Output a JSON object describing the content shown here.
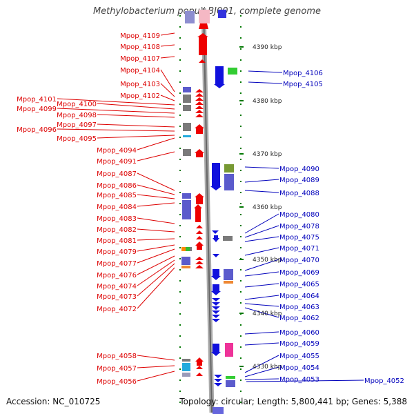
{
  "title": "Methylobacterium populi BJ001, complete genome",
  "accession": "Accession: NC_010725",
  "topology": "Topology: circular; Length: 5,800,441 bp; Genes: 5,388",
  "colors": {
    "left_label": "#dd0000",
    "right_label": "#0000bb",
    "forward_gene": "#ee0000",
    "reverse_gene": "#1111dd",
    "tick": "#007700",
    "backbone": "#999999"
  },
  "scale": {
    "ticks": [
      "4390 kbp",
      "4380 kbp",
      "4370 kbp",
      "4360 kbp",
      "4350 kbp",
      "4340 kbp",
      "4330 kbp"
    ]
  },
  "left_labels": [
    "Mpop_4109",
    "Mpop_4108",
    "Mpop_4107",
    "Mpop_4104",
    "Mpop_4103",
    "Mpop_4102",
    "Mpop_4101",
    "Mpop_4100",
    "Mpop_4099",
    "Mpop_4098",
    "Mpop_4097",
    "Mpop_4096",
    "Mpop_4095",
    "Mpop_4094",
    "Mpop_4091",
    "Mpop_4087",
    "Mpop_4086",
    "Mpop_4085",
    "Mpop_4084",
    "Mpop_4083",
    "Mpop_4082",
    "Mpop_4081",
    "Mpop_4079",
    "Mpop_4077",
    "Mpop_4076",
    "Mpop_4074",
    "Mpop_4073",
    "Mpop_4072",
    "Mpop_4058",
    "Mpop_4057",
    "Mpop_4056"
  ],
  "right_labels": [
    "Mpop_4106",
    "Mpop_4105",
    "Mpop_4090",
    "Mpop_4089",
    "Mpop_4088",
    "Mpop_4080",
    "Mpop_4078",
    "Mpop_4075",
    "Mpop_4071",
    "Mpop_4070",
    "Mpop_4069",
    "Mpop_4065",
    "Mpop_4064",
    "Mpop_4063",
    "Mpop_4062",
    "Mpop_4060",
    "Mpop_4059",
    "Mpop_4055",
    "Mpop_4054",
    "Mpop_4053",
    "Mpop_4052"
  ]
}
